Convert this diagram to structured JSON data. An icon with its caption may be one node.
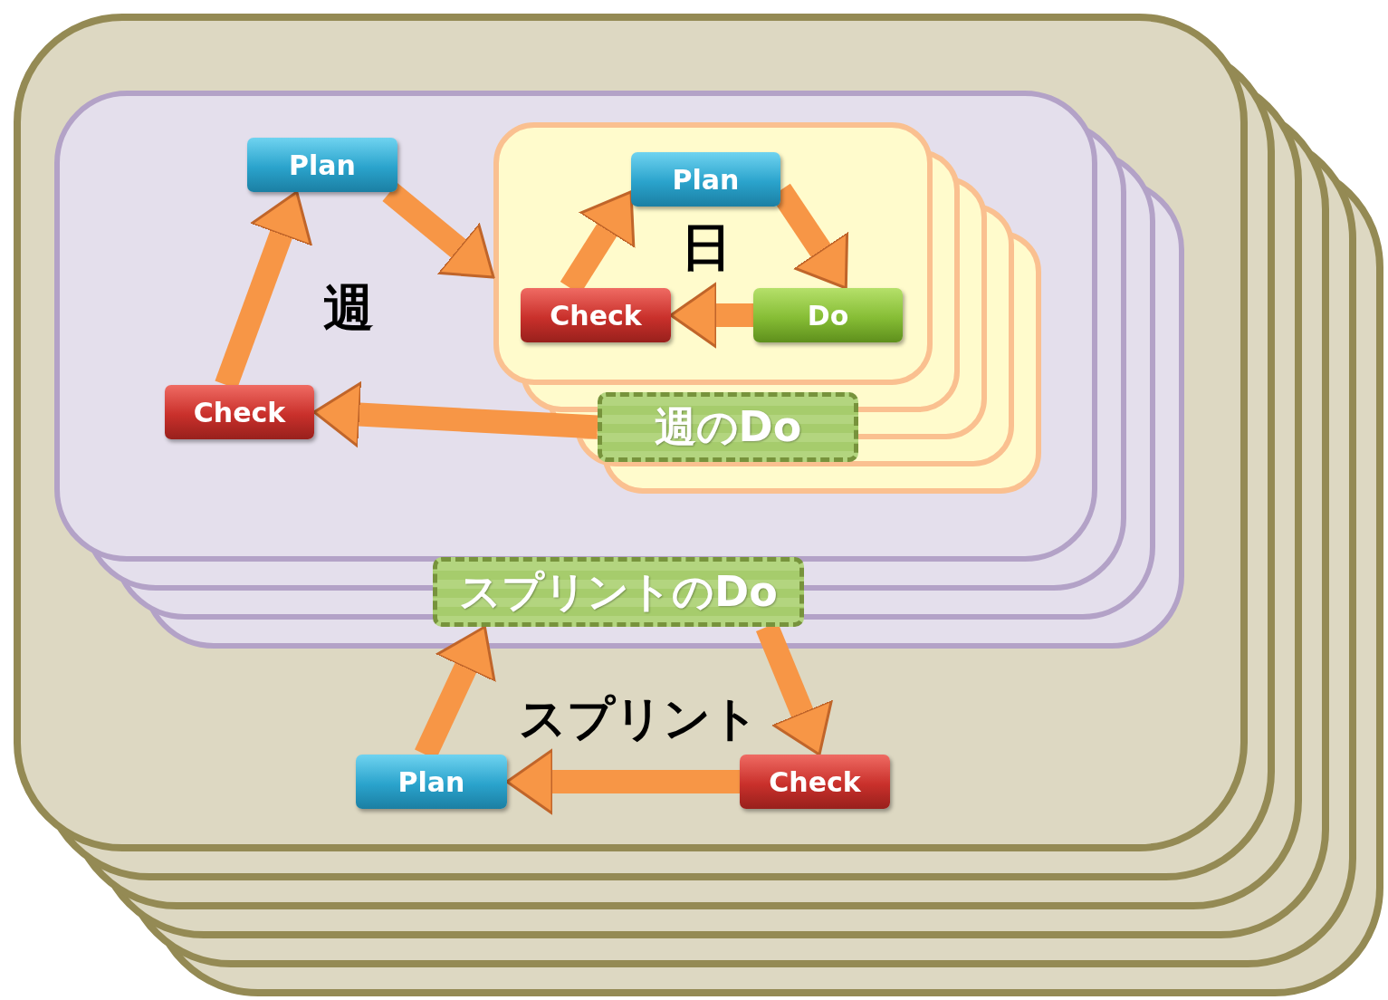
{
  "diagram": {
    "nodes": [
      {
        "text": [
          "スプリント"
        ]
      },
      {
        "text": [
          "週"
        ],
        "in": 0
      },
      {
        "text": [
          "日"
        ],
        "in": 1
      },
      {
        "text": [
          "Plan"
        ],
        "in": 2
      },
      {
        "text": [
          "Do"
        ],
        "in": 2
      },
      {
        "text": [
          "Check"
        ],
        "in": 2
      },
      {
        "text": [
          "週のDo"
        ],
        "in": 1
      },
      {
        "text": [
          "Plan"
        ],
        "in": 1
      },
      {
        "text": [
          "Check"
        ],
        "in": 1
      },
      {
        "text": [
          "スプリントのDo"
        ],
        "in": 0
      },
      {
        "text": [
          "Plan"
        ],
        "in": 0
      },
      {
        "text": [
          "Check"
        ],
        "in": 0
      }
    ],
    "edges": [
      {
        "from": 5,
        "to": 3,
        "arrow": "to"
      },
      {
        "from": 3,
        "to": 4,
        "arrow": "to"
      },
      {
        "from": 4,
        "to": 5,
        "arrow": "to"
      },
      {
        "from": 7,
        "to": 2,
        "arrow": "to"
      },
      {
        "from": 6,
        "to": 8,
        "arrow": "to"
      },
      {
        "from": 8,
        "to": 7,
        "arrow": "to"
      },
      {
        "from": 10,
        "to": 9,
        "arrow": "to"
      },
      {
        "from": 9,
        "to": 11,
        "arrow": "to"
      },
      {
        "from": 11,
        "to": 10,
        "arrow": "to"
      }
    ]
  }
}
